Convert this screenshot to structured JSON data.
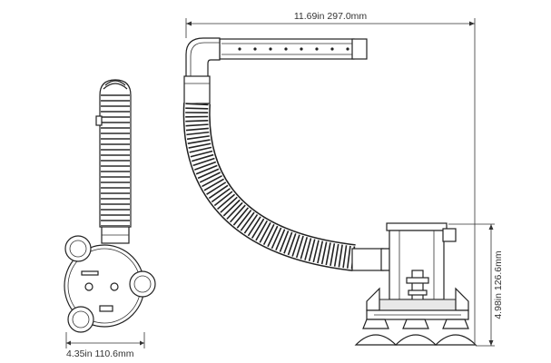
{
  "dimensions": {
    "width": "11.69in 297.0mm",
    "height": "4.98in 126.6mm",
    "base": "4.35in 110.6mm"
  }
}
